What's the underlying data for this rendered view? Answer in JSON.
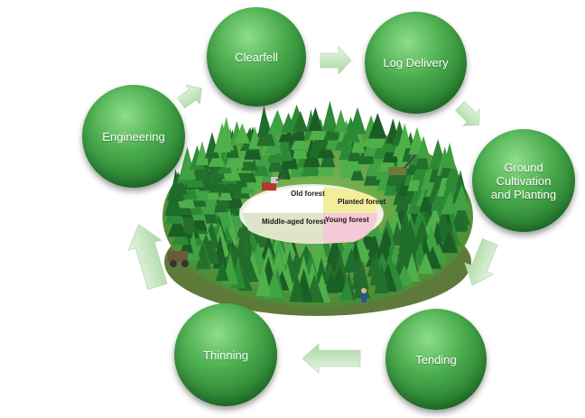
{
  "diagram": {
    "stages": [
      {
        "id": "clearfell",
        "label": "Clearfell"
      },
      {
        "id": "log-delivery",
        "label": "Log Delivery"
      },
      {
        "id": "ground-cultivation",
        "label": "Ground\nCultivation\nand Planting"
      },
      {
        "id": "tending",
        "label": "Tending"
      },
      {
        "id": "thinning",
        "label": "Thinning"
      },
      {
        "id": "engineering",
        "label": "Engineering"
      }
    ],
    "forest_patches": {
      "old": "Old forest",
      "planted": "Planted forest",
      "middle_aged": "Middle-aged forest",
      "young": "Young forest"
    }
  },
  "colors": {
    "node_green": "#3f9f45",
    "arrow_fill": "#c9e9c3",
    "forest_dark": "#1f6d2a"
  }
}
